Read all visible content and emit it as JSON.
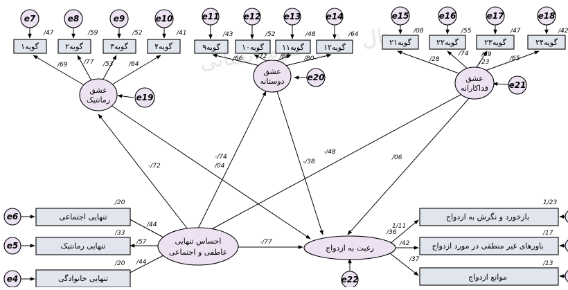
{
  "observed": {
    "e7": "گویه۱",
    "e8": "گویه۲",
    "e9": "گویه۳",
    "e10": "گویه۴",
    "e11": "گویه۹",
    "e12": "گویه۱۰",
    "e13": "گویه۱۱",
    "e14": "گویه۱۲",
    "e15": "گویه۲۱",
    "e16": "گویه۲۲",
    "e17": "گویه۲۳",
    "e18": "گویه۲۴",
    "ex1": "تنهایی اجتماعی",
    "ex2": "تنهایی رمانتیک",
    "ex3": "تنهایی خانوادگی",
    "d1": "بازخورد و نگرش به ازدواج",
    "d2": "باورهای غیر منطقی در مورد ازدواج",
    "d3": "موانع ازدواج"
  },
  "latents": {
    "romantic": [
      "عشق",
      "رمانتیک"
    ],
    "friendly": [
      "عشق",
      "دوستانه"
    ],
    "sacrificial": [
      "عشق",
      "فداکارانه"
    ],
    "loneliness": [
      "احساس تنهایی",
      "عاطفی و اجتماعی"
    ],
    "desire": "رغبت به ازدواج"
  },
  "errors": {
    "e7": "e7",
    "e8": "e8",
    "e9": "e9",
    "e10": "e10",
    "e11": "e11",
    "e12": "e12",
    "e13": "e13",
    "e14": "e14",
    "e15": "e15",
    "e16": "e16",
    "e17": "e17",
    "e18": "e18",
    "e19": "e19",
    "e20": "e20",
    "e21": "e21",
    "e22": "e22",
    "e6": "e6",
    "e5": "e5",
    "e4": "e4"
  },
  "coefficients": {
    "r_e7": "/47",
    "r_e8": "/59",
    "r_e9": "/52",
    "r_e10": "/41",
    "r_e11": "/43",
    "r_e12": "/52",
    "r_e13": "/48",
    "r_e14": "/64",
    "r_e15": "/08",
    "r_e16": "/55",
    "r_e17": "/47",
    "r_e18": "/42",
    "l_i1": "/69",
    "l_i2": "/77",
    "l_i3": "/53",
    "l_i4": "/64",
    "l_i9": "/66",
    "l_i10": "/72",
    "l_i11": "/69",
    "l_i12": "/80",
    "l_i21": "/28",
    "l_i22": "/74",
    "l_i23": "/69",
    "l_i23b": "/23",
    "l_i24": "/65",
    "lon_rom": "-/72",
    "lon_fri": "-/74",
    "lon_sac": "-/48",
    "lon_des": "-/77",
    "rom_des": "/04",
    "fri_des": "-/38",
    "sac_des": "/06",
    "r_ex1": "/20",
    "r_ex2": "/33",
    "r_ex3": "/20",
    "l_ex1": "/44",
    "l_ex2": "/57",
    "l_ex3": "/44",
    "r_des": "/36",
    "r_d1": "1/23",
    "r_d2": "/17",
    "r_d3": "/13",
    "l_d1": "1/11",
    "l_d2": "/42",
    "l_d3": "/37"
  },
  "watermark": "پرتال جامع علوم انسانی"
}
